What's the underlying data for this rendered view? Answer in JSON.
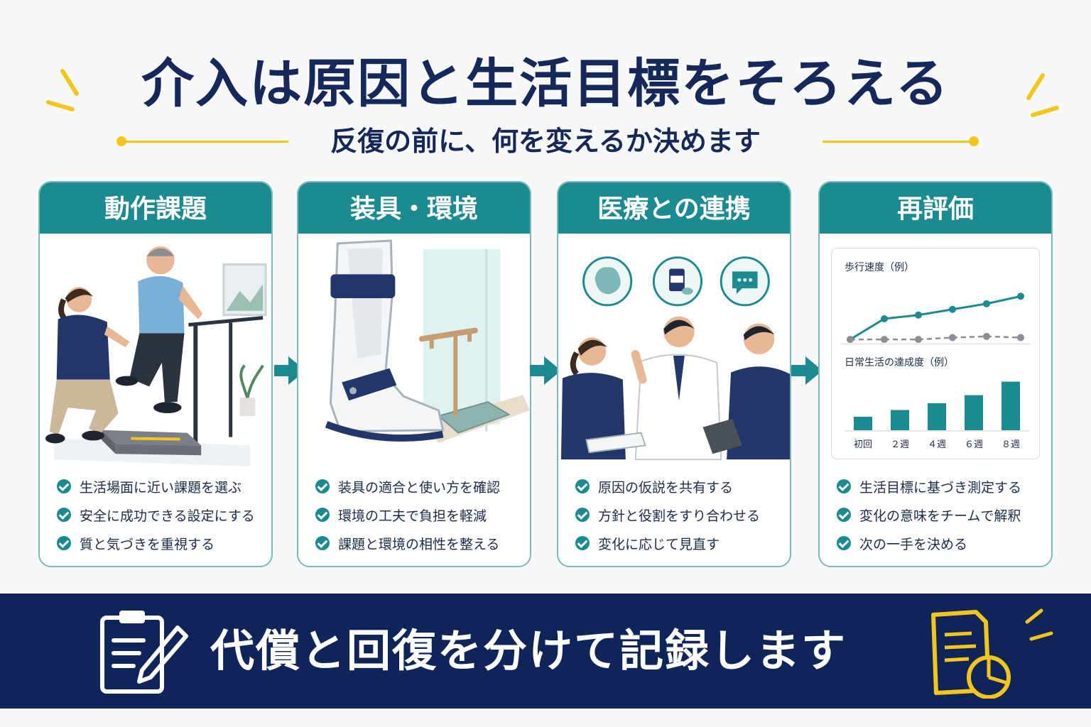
{
  "header": {
    "title": "介入は原因と生活目標をそろえる",
    "subtitle": "反復の前に、何を変えるか決めます"
  },
  "panels": [
    {
      "heading": "動作課題",
      "bullets": [
        "生活場面に近い課題を選ぶ",
        "安全に成功できる設定にする",
        "質と気づきを重視する"
      ]
    },
    {
      "heading": "装具・環境",
      "bullets": [
        "装具の適合と使い方を確認",
        "環境の工夫で負担を軽減",
        "課題と環境の相性を整える"
      ]
    },
    {
      "heading": "医療との連携",
      "bullets": [
        "原因の仮説を共有する",
        "方針と役割をすり合わせる",
        "変化に応じて見直す"
      ]
    },
    {
      "heading": "再評価",
      "bullets": [
        "生活目標に基づき測定する",
        "変化の意味をチームで解釈",
        "次の一手を決める"
      ]
    }
  ],
  "chart_data": [
    {
      "type": "line",
      "title": "歩行速度（例）",
      "x": [
        1,
        2,
        3,
        4,
        5,
        6
      ],
      "series": [
        {
          "values": [
            0.8,
            1.35,
            1.45,
            1.6,
            1.75,
            1.95
          ],
          "color": "#1b8b91"
        },
        {
          "values": [
            0.8,
            0.8,
            0.8,
            0.85,
            0.88,
            0.85
          ],
          "color": "#8a8f96"
        }
      ],
      "ylim": [
        0.5,
        2.2
      ]
    },
    {
      "type": "bar",
      "title": "日常生活の達成度（例）",
      "categories": [
        "初回",
        "２週",
        "４週",
        "６週",
        "８週"
      ],
      "values": [
        1.0,
        1.5,
        2.0,
        2.6,
        3.6
      ],
      "ylim": [
        0,
        4
      ],
      "color": "#1b8b91"
    }
  ],
  "banner": {
    "text": "代償と回復を分けて記録します"
  },
  "colors": {
    "navy": "#0f2459",
    "teal": "#1b8b91",
    "yellow": "#f4c51b"
  }
}
